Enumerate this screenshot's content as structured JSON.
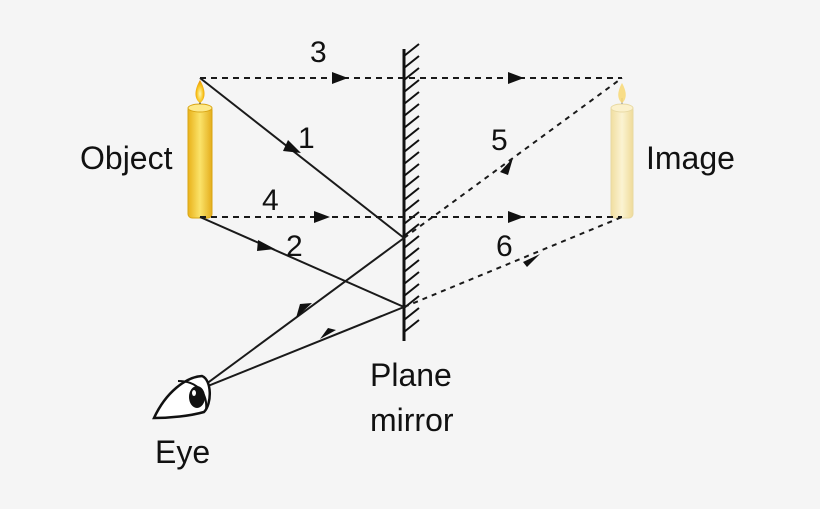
{
  "labels": {
    "object": "Object",
    "image": "Image",
    "eye": "Eye",
    "mirror_line1": "Plane",
    "mirror_line2": "mirror"
  },
  "rays": {
    "r1": "1",
    "r2": "2",
    "r3": "3",
    "r4": "4",
    "r5": "5",
    "r6": "6"
  },
  "colors": {
    "background": "#f5f5f5",
    "line": "#1a1a1a",
    "candle_object": "#f2d34a",
    "candle_image": "#f6e9b0",
    "flame": "#f5b400"
  }
}
